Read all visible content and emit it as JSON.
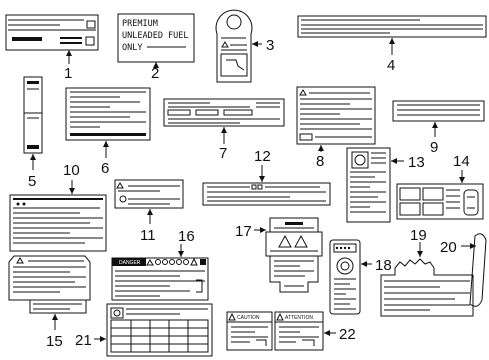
{
  "callouts": {
    "n1": "1",
    "n2": "2",
    "n3": "3",
    "n4": "4",
    "n5": "5",
    "n6": "6",
    "n7": "7",
    "n8": "8",
    "n9": "9",
    "n10": "10",
    "n11": "11",
    "n12": "12",
    "n13": "13",
    "n14": "14",
    "n15": "15",
    "n16": "16",
    "n17": "17",
    "n18": "18",
    "n19": "19",
    "n20": "20",
    "n21": "21",
    "n22": "22"
  },
  "fuel_label": {
    "line1": "PREMIUM",
    "line2": "UNLEADED FUEL",
    "line3": "ONLY"
  },
  "tag_danger": "DANGER",
  "tag_caution": "CAUTION",
  "tag_attention": "ATTENTION"
}
